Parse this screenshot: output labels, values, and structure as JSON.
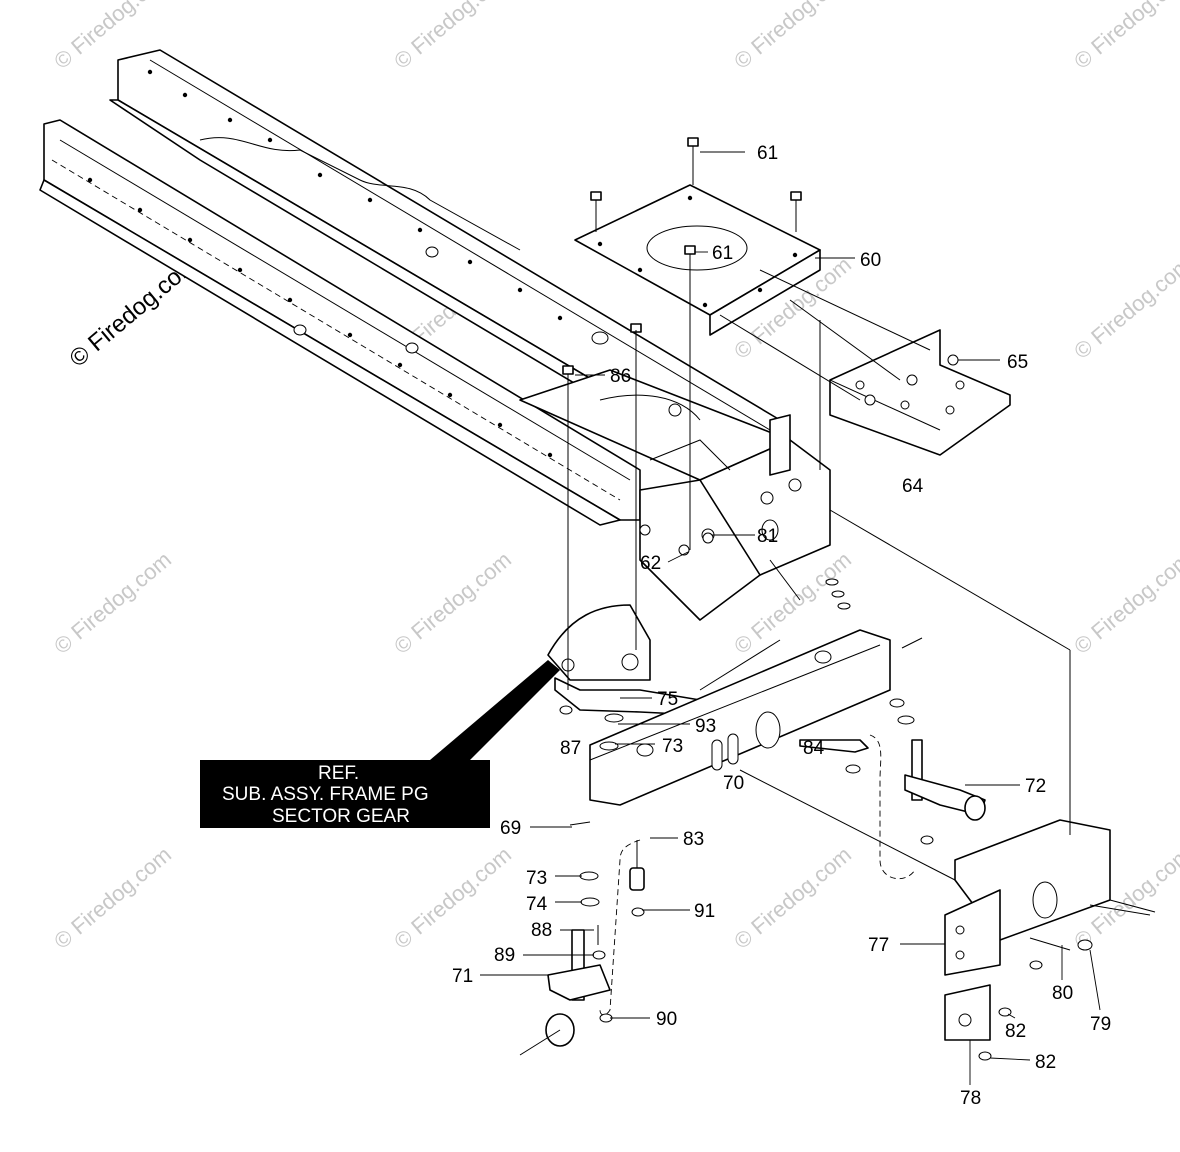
{
  "watermark": {
    "text": "© Firedog.com",
    "color": "#c8c8c8",
    "big_text": "© Firedog.com"
  },
  "ref_box": {
    "line1": "REF.",
    "line2": "SUB. ASSY. FRAME PG",
    "line3": "SECTOR GEAR",
    "background": "#000000",
    "text_color": "#ffffff"
  },
  "callouts": [
    {
      "id": "61a",
      "label": "61"
    },
    {
      "id": "61b",
      "label": "61"
    },
    {
      "id": "60",
      "label": "60"
    },
    {
      "id": "65",
      "label": "65"
    },
    {
      "id": "64",
      "label": "64"
    },
    {
      "id": "86",
      "label": "86"
    },
    {
      "id": "81",
      "label": "81"
    },
    {
      "id": "62",
      "label": "62"
    },
    {
      "id": "75",
      "label": "75"
    },
    {
      "id": "93",
      "label": "93"
    },
    {
      "id": "73a",
      "label": "73"
    },
    {
      "id": "87",
      "label": "87"
    },
    {
      "id": "84",
      "label": "84"
    },
    {
      "id": "72",
      "label": "72"
    },
    {
      "id": "70",
      "label": "70"
    },
    {
      "id": "69",
      "label": "69"
    },
    {
      "id": "83",
      "label": "83"
    },
    {
      "id": "73b",
      "label": "73"
    },
    {
      "id": "74",
      "label": "74"
    },
    {
      "id": "91",
      "label": "91"
    },
    {
      "id": "88",
      "label": "88"
    },
    {
      "id": "89",
      "label": "89"
    },
    {
      "id": "71",
      "label": "71"
    },
    {
      "id": "90",
      "label": "90"
    },
    {
      "id": "77",
      "label": "77"
    },
    {
      "id": "80",
      "label": "80"
    },
    {
      "id": "79",
      "label": "79"
    },
    {
      "id": "82a",
      "label": "82"
    },
    {
      "id": "82b",
      "label": "82"
    },
    {
      "id": "78",
      "label": "78"
    }
  ]
}
